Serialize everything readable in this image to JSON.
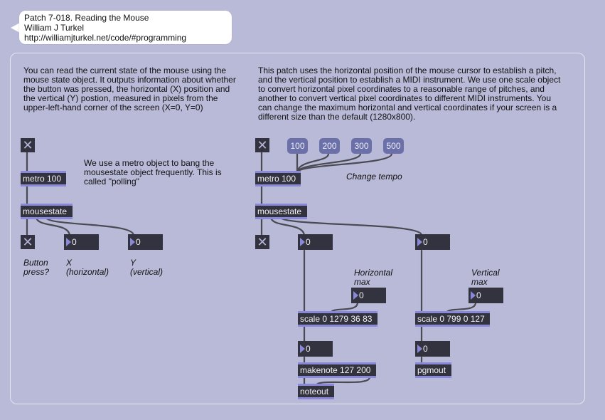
{
  "title_bubble": {
    "line1": "Patch 7-018. Reading the Mouse",
    "line2": "William J Turkel",
    "line3": "http://williamjturkel.net/code/#programming"
  },
  "left": {
    "description": "You can read the current state of the mouse using the mouse state object. It outputs information about whether the button was pressed, the horizontal (X) position and the vertical (Y) postion, measured in pixels from the upper-left-hand corner of the screen (X=0, Y=0)",
    "polling_comment": "We use a metro object to bang the mousestate object frequently. This is called \"polling\"",
    "metro": "metro 100",
    "mousestate": "mousestate",
    "x_value": "0",
    "y_value": "0",
    "button_label": "Button press?",
    "x_label_1": "X",
    "x_label_2": "(horizontal)",
    "y_label_1": "Y",
    "y_label_2": "(vertical)"
  },
  "right": {
    "description": "This patch uses the horizontal position of the mouse cursor to establish a pitch, and the vertical position to establish a MIDI instrument. We use one scale object to convert horizontal pixel coordinates to a reasonable range of pitches, and another to convert vertical pixel coordinates to different MIDI instruments. You can change the maximum horizontal and vertical coordinates if your screen is a different size than the default (1280x800).",
    "tempo_messages": [
      "100",
      "200",
      "300",
      "500"
    ],
    "change_tempo": "Change tempo",
    "metro": "metro 100",
    "mousestate": "mousestate",
    "x_value": "0",
    "y_value": "0",
    "horizontal_max_label_1": "Horizontal",
    "horizontal_max_label_2": "max",
    "horizontal_max_value": "0",
    "vertical_max_label_1": "Vertical",
    "vertical_max_label_2": "max",
    "vertical_max_value": "0",
    "scale_x": "scale 0 1279 36 83",
    "scale_y": "scale 0 799 0 127",
    "pitch_value": "0",
    "program_value": "0",
    "makenote": "makenote 127 200",
    "noteout": "noteout",
    "pgmout": "pgmout"
  },
  "icons": {
    "toggle": "✕"
  },
  "colors": {
    "background": "#b9bad8",
    "object_body": "#33333f",
    "object_border": "#8a88d8",
    "message_box": "#6c70a8",
    "cord": "#4a4a52"
  }
}
